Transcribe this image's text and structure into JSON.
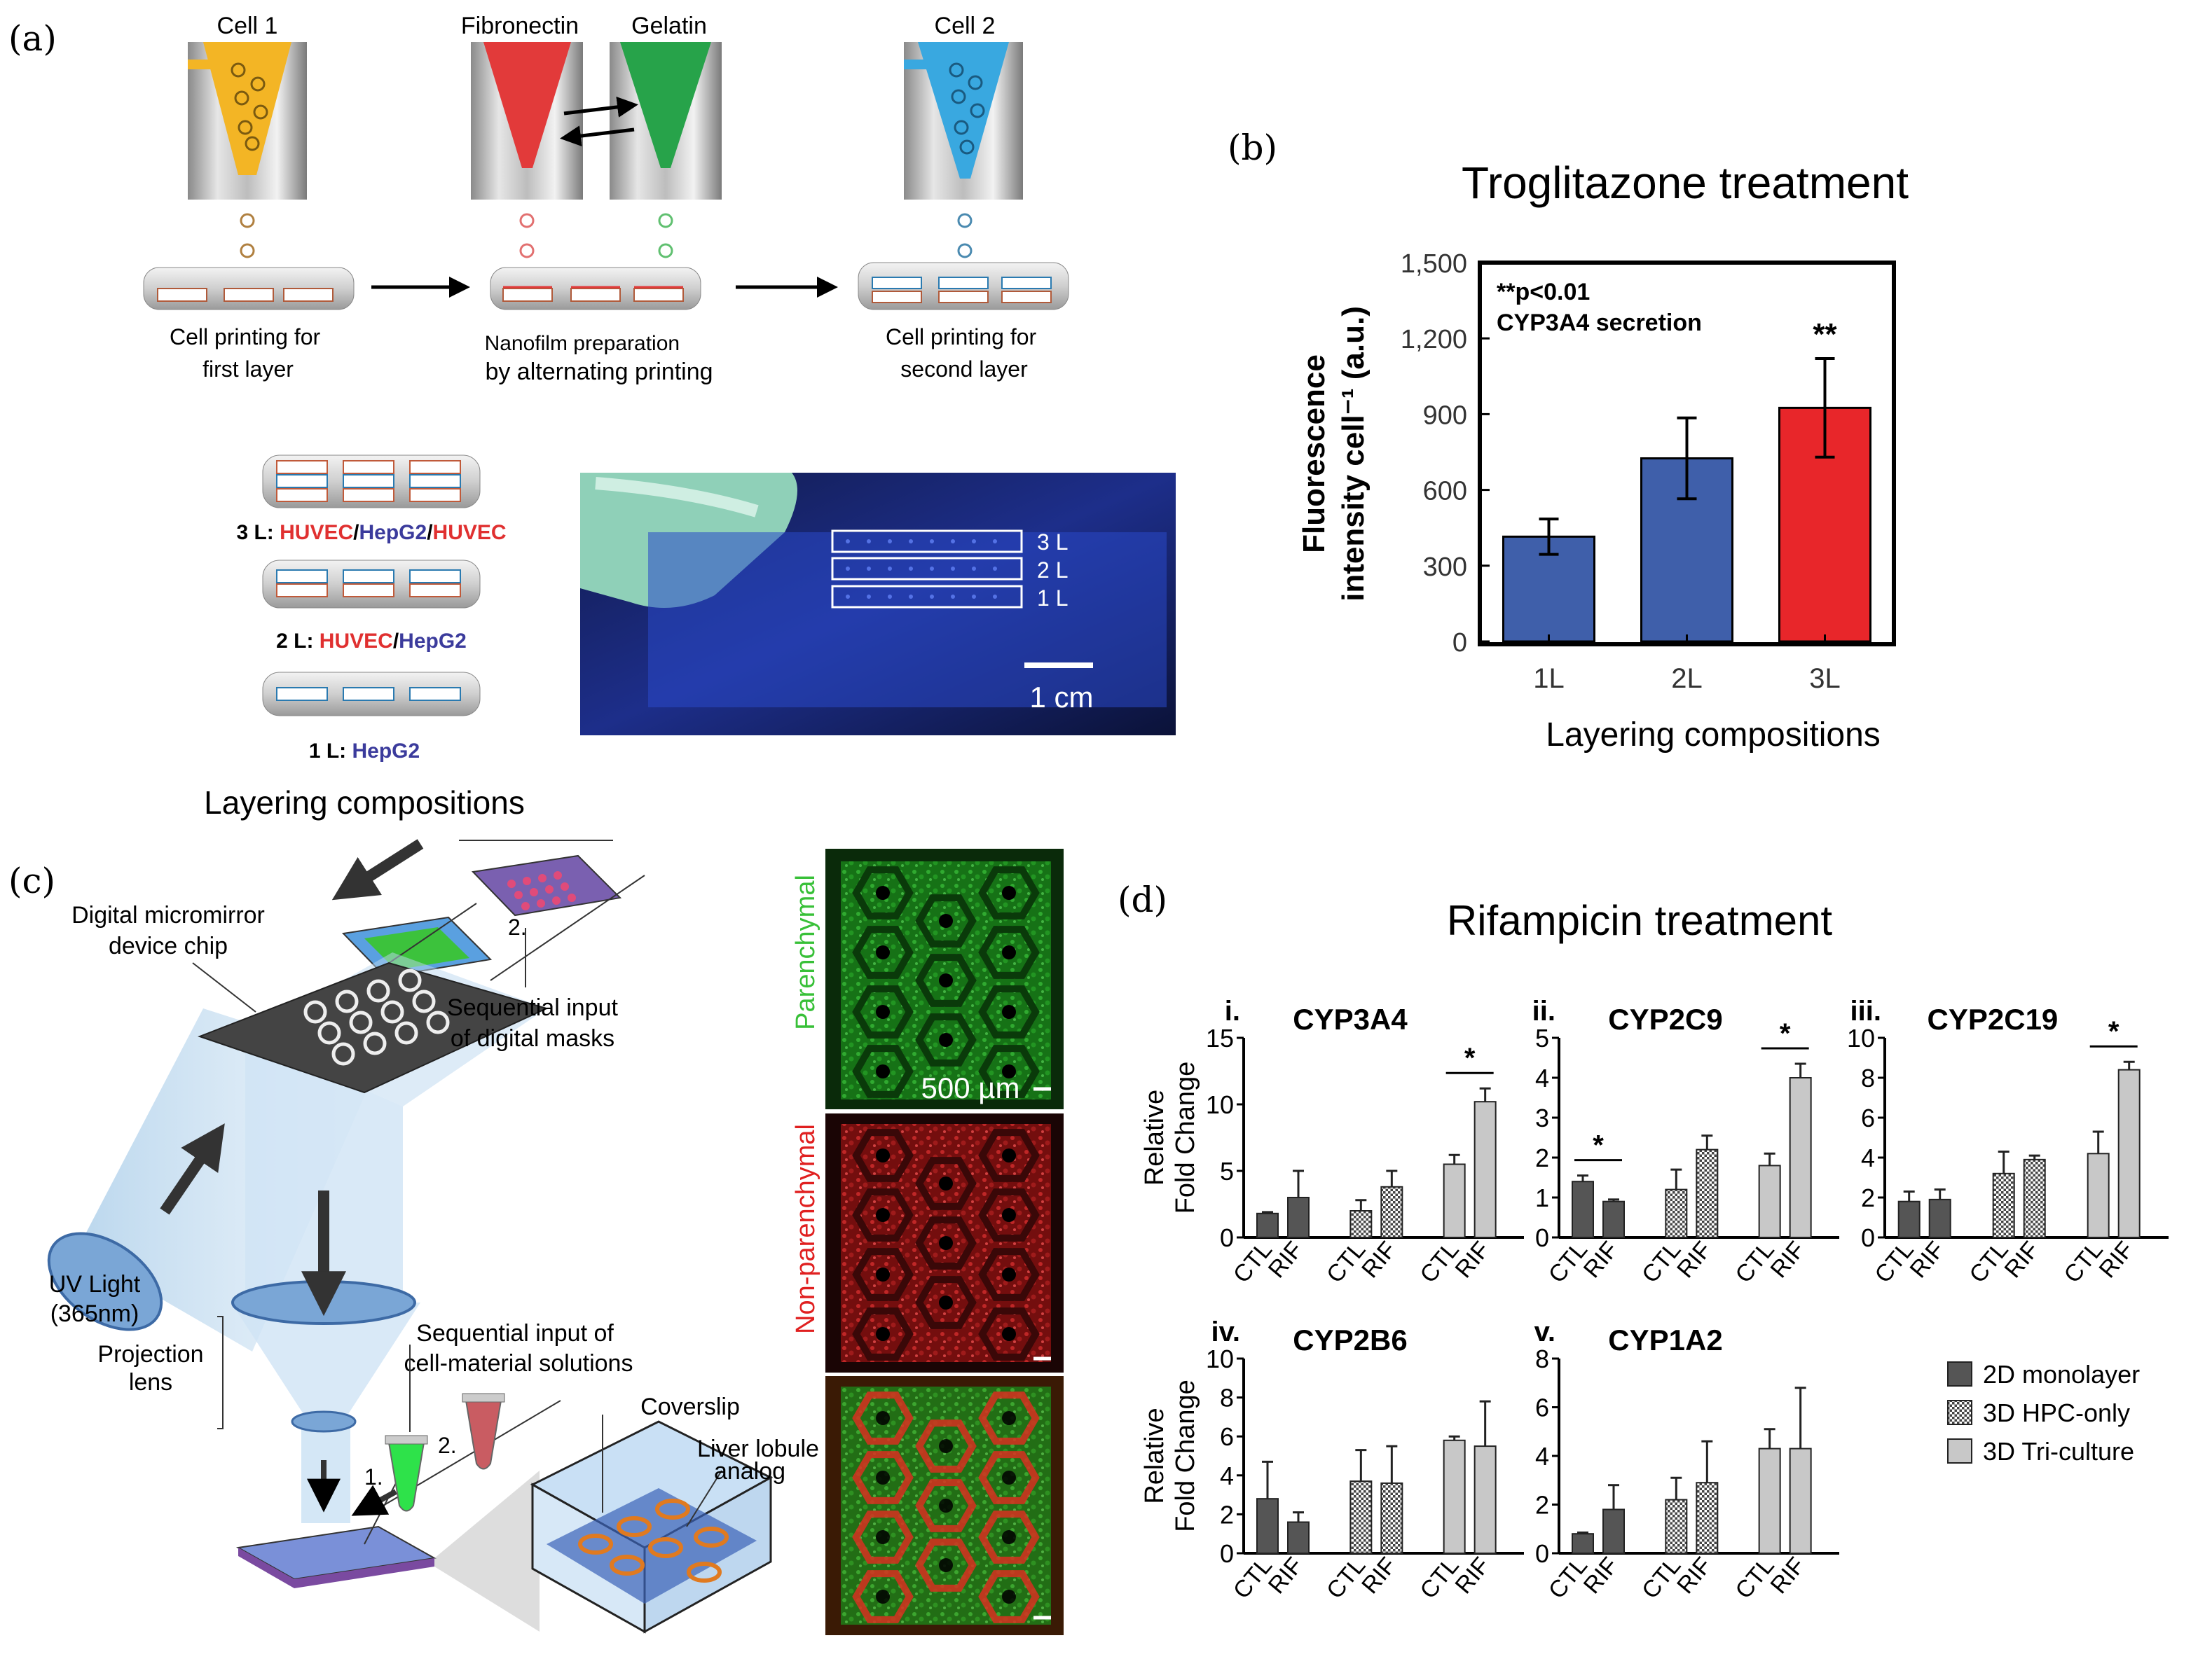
{
  "panel_labels": {
    "a": "(a)",
    "b": "(b)",
    "c": "(c)",
    "d": "(d)"
  },
  "colors": {
    "blue_bar": "#3f5faa",
    "red_bar": "#e8262a",
    "cell1": "#f3b525",
    "fibronectin": "#e23a3a",
    "gelatin": "#27a34a",
    "cell2": "#39a8e0",
    "hepg2": "#3b3b9c",
    "huvec": "#e03030",
    "chip_blue": "#1a2d86",
    "dark_bar": "#555555",
    "light_bar": "#c8c8c8"
  },
  "panel_a": {
    "nozzles": [
      "Cell 1",
      "Fibronectin",
      "Gelatin",
      "Cell 2"
    ],
    "step_labels": [
      [
        "Cell printing for",
        "first layer"
      ],
      [
        "Nanofilm  preparation",
        "by alternating printing"
      ],
      [
        "Cell printing for",
        "second layer"
      ]
    ],
    "layers": [
      {
        "prefix": "3 L: ",
        "parts": [
          {
            "text": "HUVEC",
            "c": "huvec"
          },
          {
            "text": "/",
            "c": "k"
          },
          {
            "text": "HepG2",
            "c": "hepg2"
          },
          {
            "text": "/",
            "c": "k"
          },
          {
            "text": "HUVEC",
            "c": "huvec"
          }
        ]
      },
      {
        "prefix": "2 L: ",
        "parts": [
          {
            "text": "HUVEC",
            "c": "huvec"
          },
          {
            "text": "/",
            "c": "k"
          },
          {
            "text": "HepG2",
            "c": "hepg2"
          }
        ]
      },
      {
        "prefix": "1 L: ",
        "parts": [
          {
            "text": "HepG2",
            "c": "hepg2"
          }
        ]
      }
    ],
    "caption": "Layering compositions",
    "photo_labels": [
      "3 L",
      "2 L",
      "1 L"
    ],
    "scale": "1 cm"
  },
  "panel_b": {
    "title": "Troglitazone treatment",
    "ylabel_line1": "Fluorescence",
    "ylabel_line2": "intensity cell⁻¹ (a.u.)",
    "annot1": "**p<0.01",
    "annot2": "CYP3A4 secretion",
    "sig": "**",
    "xlabel": "Layering compositions",
    "yticks": [
      "0",
      "300",
      "600",
      "900",
      "1,200",
      "1,500"
    ]
  },
  "chart_data": [
    {
      "type": "bar",
      "title": "Troglitazone treatment",
      "xlabel": "Layering compositions",
      "ylabel": "Fluorescence intensity cell⁻¹ (a.u.)",
      "categories": [
        "1L",
        "2L",
        "3L"
      ],
      "values": [
        415,
        725,
        925
      ],
      "errors": [
        70,
        160,
        195
      ],
      "bar_colors": [
        "#3f5faa",
        "#3f5faa",
        "#e8262a"
      ],
      "ylim": [
        0,
        1500
      ],
      "annotations": [
        "**p<0.01",
        "CYP3A4 secretion",
        "**"
      ]
    },
    {
      "type": "bar",
      "title": "CYP3A4",
      "panel": "i.",
      "ylabel": "Relative Fold Change",
      "groups": [
        "2D monolayer",
        "3D HPC-only",
        "3D Tri-culture"
      ],
      "categories": [
        "CTL",
        "RIF"
      ],
      "series": [
        {
          "name": "2D monolayer",
          "values": [
            1.8,
            3.0
          ],
          "errors": [
            0.1,
            2.0
          ]
        },
        {
          "name": "3D HPC-only",
          "values": [
            2.0,
            3.8
          ],
          "errors": [
            0.8,
            1.2
          ]
        },
        {
          "name": "3D Tri-culture",
          "values": [
            5.5,
            10.2
          ],
          "errors": [
            0.7,
            1.0
          ]
        }
      ],
      "ylim": [
        0,
        15
      ],
      "yticks": [
        0,
        5,
        10,
        15
      ],
      "sig": [
        "3D Tri-culture"
      ]
    },
    {
      "type": "bar",
      "title": "CYP2C9",
      "panel": "ii.",
      "ylabel": "",
      "groups": [
        "2D monolayer",
        "3D HPC-only",
        "3D Tri-culture"
      ],
      "categories": [
        "CTL",
        "RIF"
      ],
      "series": [
        {
          "name": "2D monolayer",
          "values": [
            1.4,
            0.9
          ],
          "errors": [
            0.15,
            0.05
          ]
        },
        {
          "name": "3D HPC-only",
          "values": [
            1.2,
            2.2
          ],
          "errors": [
            0.5,
            0.35
          ]
        },
        {
          "name": "3D Tri-culture",
          "values": [
            1.8,
            4.0
          ],
          "errors": [
            0.3,
            0.35
          ]
        }
      ],
      "ylim": [
        0,
        5
      ],
      "yticks": [
        0,
        1,
        2,
        3,
        4,
        5
      ],
      "sig": [
        "2D monolayer",
        "3D Tri-culture"
      ]
    },
    {
      "type": "bar",
      "title": "CYP2C19",
      "panel": "iii.",
      "ylabel": "",
      "groups": [
        "2D monolayer",
        "3D HPC-only",
        "3D Tri-culture"
      ],
      "categories": [
        "CTL",
        "RIF"
      ],
      "series": [
        {
          "name": "2D monolayer",
          "values": [
            1.8,
            1.9
          ],
          "errors": [
            0.5,
            0.5
          ]
        },
        {
          "name": "3D HPC-only",
          "values": [
            3.2,
            3.9
          ],
          "errors": [
            1.1,
            0.2
          ]
        },
        {
          "name": "3D Tri-culture",
          "values": [
            4.2,
            8.4
          ],
          "errors": [
            1.1,
            0.4
          ]
        }
      ],
      "ylim": [
        0,
        10
      ],
      "yticks": [
        0,
        2,
        4,
        6,
        8,
        10
      ],
      "sig": [
        "3D Tri-culture"
      ]
    },
    {
      "type": "bar",
      "title": "CYP2B6",
      "panel": "iv.",
      "ylabel": "Relative Fold Change",
      "groups": [
        "2D monolayer",
        "3D HPC-only",
        "3D Tri-culture"
      ],
      "categories": [
        "CTL",
        "RIF"
      ],
      "series": [
        {
          "name": "2D monolayer",
          "values": [
            2.8,
            1.6
          ],
          "errors": [
            1.9,
            0.5
          ]
        },
        {
          "name": "3D HPC-only",
          "values": [
            3.7,
            3.6
          ],
          "errors": [
            1.6,
            1.9
          ]
        },
        {
          "name": "3D Tri-culture",
          "values": [
            5.8,
            5.5
          ],
          "errors": [
            0.2,
            2.3
          ]
        }
      ],
      "ylim": [
        0,
        10
      ],
      "yticks": [
        0,
        2,
        4,
        6,
        8,
        10
      ],
      "sig": []
    },
    {
      "type": "bar",
      "title": "CYP1A2",
      "panel": "v.",
      "ylabel": "",
      "groups": [
        "2D monolayer",
        "3D HPC-only",
        "3D Tri-culture"
      ],
      "categories": [
        "CTL",
        "RIF"
      ],
      "series": [
        {
          "name": "2D monolayer",
          "values": [
            0.8,
            1.8
          ],
          "errors": [
            0.05,
            1.0
          ]
        },
        {
          "name": "3D HPC-only",
          "values": [
            2.2,
            2.9
          ],
          "errors": [
            0.9,
            1.7
          ]
        },
        {
          "name": "3D Tri-culture",
          "values": [
            4.3,
            4.3
          ],
          "errors": [
            0.8,
            2.5
          ]
        }
      ],
      "ylim": [
        0,
        8
      ],
      "yticks": [
        0,
        2,
        4,
        6,
        8
      ],
      "sig": []
    }
  ],
  "panel_c": {
    "labels": {
      "dmd": [
        "Digital micromirror",
        "device chip"
      ],
      "masks": [
        "Sequential input",
        "of digital masks"
      ],
      "uv": [
        "UV Light",
        "(365nm)"
      ],
      "proj": [
        "Projection",
        "lens"
      ],
      "cells": [
        "Sequential input of",
        "cell-material solutions"
      ],
      "coverslip": "Coverslip",
      "lobule": [
        "Liver lobule",
        "analog"
      ],
      "n1": "1.",
      "n2": "2."
    },
    "micrographs": [
      "Parenchymal",
      "Non-parenchymal"
    ],
    "scale": "500 µm"
  },
  "panel_d": {
    "title": "Rifampicin treatment",
    "legend": [
      "2D monolayer",
      "3D HPC-only",
      "3D Tri-culture"
    ],
    "sig_mark": "*"
  }
}
